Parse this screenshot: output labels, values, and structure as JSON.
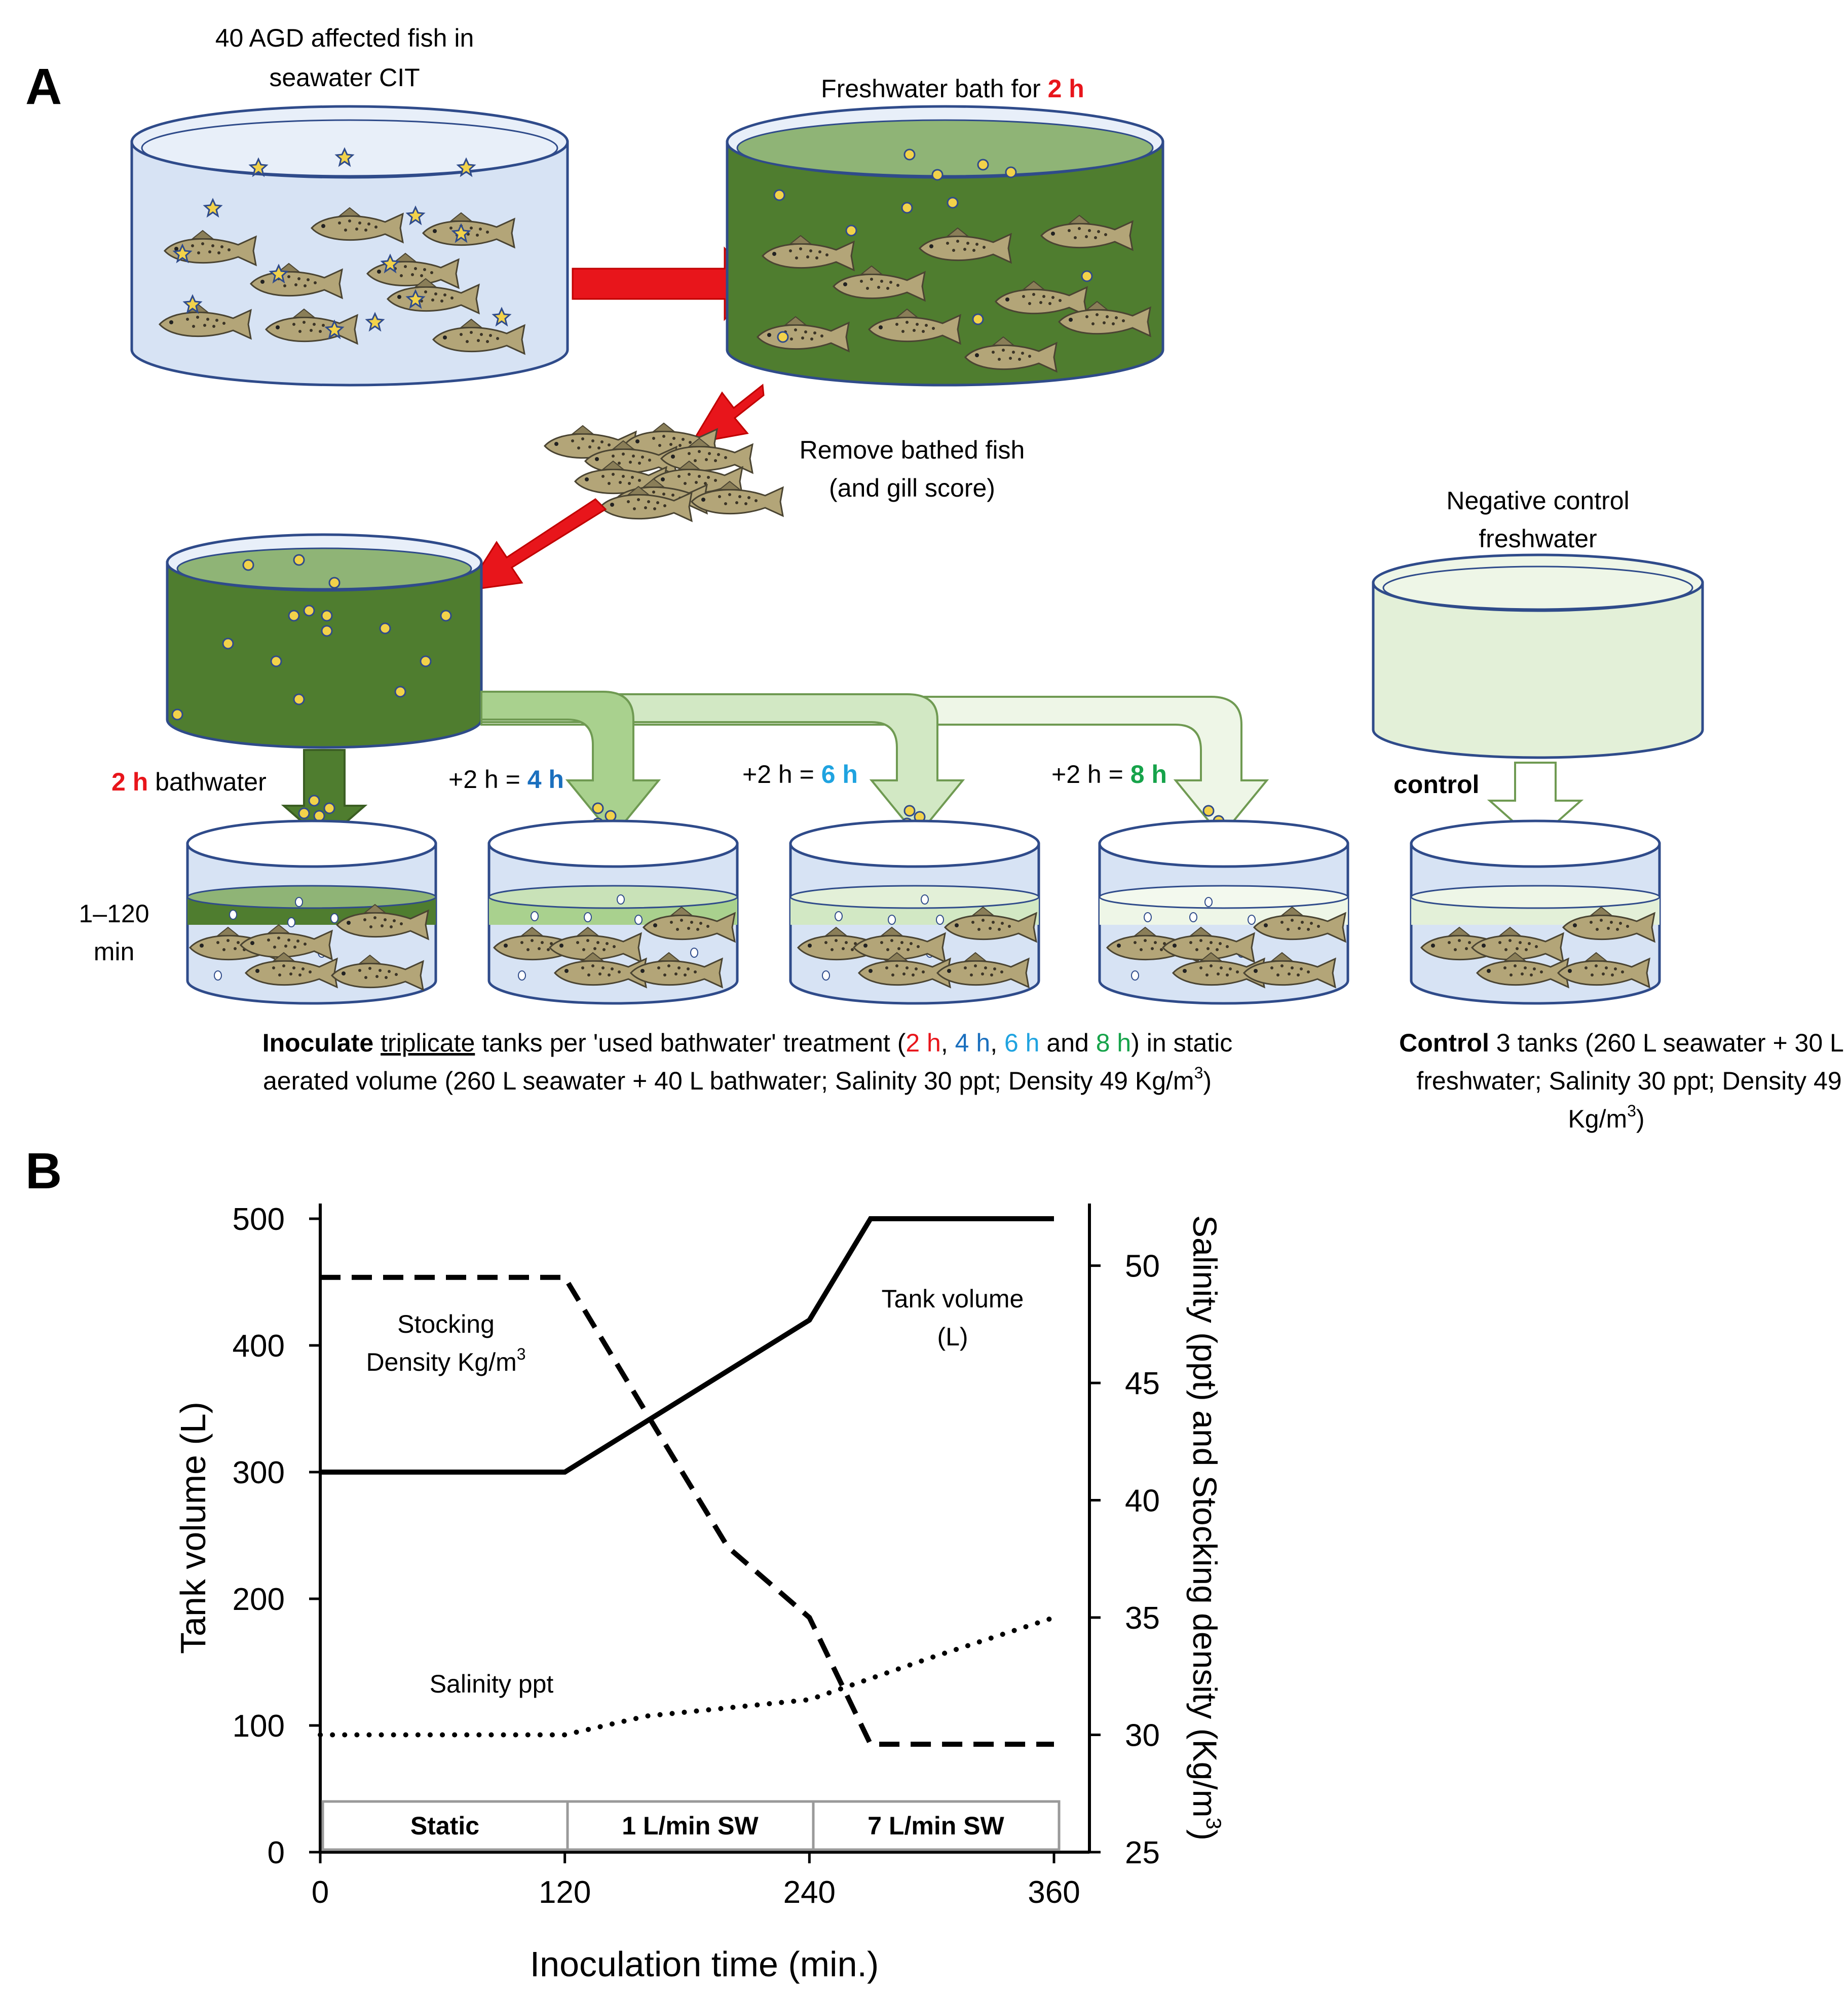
{
  "panel_a": {
    "letter": "A",
    "tank1_caption_line1": "40 AGD affected fish in",
    "tank1_caption_line2": "seawater CIT",
    "tank2_caption_prefix": "Freshwater bath for ",
    "tank2_caption_highlight": "2 h",
    "remove_caption_line1": "Remove bathed fish",
    "remove_caption_line2": "(and gill score)",
    "neg_control_line1": "Negative control",
    "neg_control_line2": "freshwater",
    "arrow_label_1_highlight": "2 h",
    "arrow_label_1_suffix": " bathwater",
    "arrow_label_2_prefix": "+2 h = ",
    "arrow_label_2_highlight": "4 h",
    "arrow_label_3_prefix": "+2 h = ",
    "arrow_label_3_highlight": "6 h",
    "arrow_label_4_prefix": "+2 h = ",
    "arrow_label_4_highlight": "8 h",
    "control_arrow_label": "control",
    "time_range_line1": "1–120",
    "time_range_line2": "min",
    "inoculate_bold": "Inoculate",
    "inoculate_underlined": "triplicate",
    "inoculate_rest1": " tanks per 'used bathwater' treatment (",
    "t2h": "2 h",
    "sep1": ", ",
    "t4h": "4 h",
    "sep2": ", ",
    "t6h": "6 h",
    "and": " and ",
    "t8h": "8 h",
    "inoculate_rest2": ")  in static",
    "inoculate_line2": "aerated volume (260 L seawater + 40 L bathwater; Salinity 30 ppt; Density 49 Kg/m",
    "superscript_3": "3",
    "close_paren": ")",
    "control_bold": "Control",
    "control_line1_rest": " 3 tanks (260 L seawater + 30 L",
    "control_line2": "freshwater; Salinity 30 ppt; Density 49",
    "control_line3": "Kg/m",
    "colors": {
      "red": "#e8151b",
      "blue_4h": "#1a6fbe",
      "cyan_6h": "#1fa3e0",
      "green_8h": "#16a34a",
      "seawater": "#d7e3f4",
      "dark_green": "#4f7d2f",
      "mid_green": "#a9d18e",
      "light_green": "#d2e8c4",
      "pale_green": "#e8f3e0",
      "outline": "#2f4b8a"
    }
  },
  "panel_b": {
    "letter": "B",
    "annotation_density_line1": "Stocking",
    "annotation_density_line2": "Density Kg/m",
    "annotation_volume_line1": "Tank volume",
    "annotation_volume_line2": "(L)",
    "annotation_salinity": "Salinity ppt",
    "phase_static": "Static",
    "phase_1l": "1 L/min SW",
    "phase_7l": "7 L/min SW",
    "chart_data": {
      "type": "line",
      "xlabel": "Inoculation time (min.)",
      "ylabel": "Tank volume (L)",
      "y2label": "Salinity (ppt) and Stocking density (Kg/m3)",
      "xlim": [
        0,
        360
      ],
      "ylim": [
        0,
        500
      ],
      "y2lim": [
        25,
        52
      ],
      "x_ticks": [
        0,
        120,
        240,
        360
      ],
      "y_ticks": [
        0,
        100,
        200,
        300,
        400,
        500
      ],
      "y2_ticks": [
        25,
        30,
        35,
        40,
        45,
        50
      ],
      "series": [
        {
          "name": "Tank volume",
          "axis": "left",
          "style": "solid",
          "x": [
            0,
            120,
            240,
            270,
            360
          ],
          "y": [
            300,
            300,
            420,
            500,
            500
          ]
        },
        {
          "name": "Stocking Density",
          "axis": "right",
          "style": "dashed",
          "x": [
            0,
            120,
            165,
            200,
            240,
            270,
            360
          ],
          "y": [
            49.5,
            49.5,
            43,
            38,
            35,
            29.6,
            29.6
          ]
        },
        {
          "name": "Salinity",
          "axis": "right",
          "style": "dotted",
          "x": [
            0,
            120,
            160,
            240,
            300,
            360
          ],
          "y": [
            30,
            30,
            30.8,
            31.5,
            33.3,
            35
          ]
        }
      ]
    }
  }
}
